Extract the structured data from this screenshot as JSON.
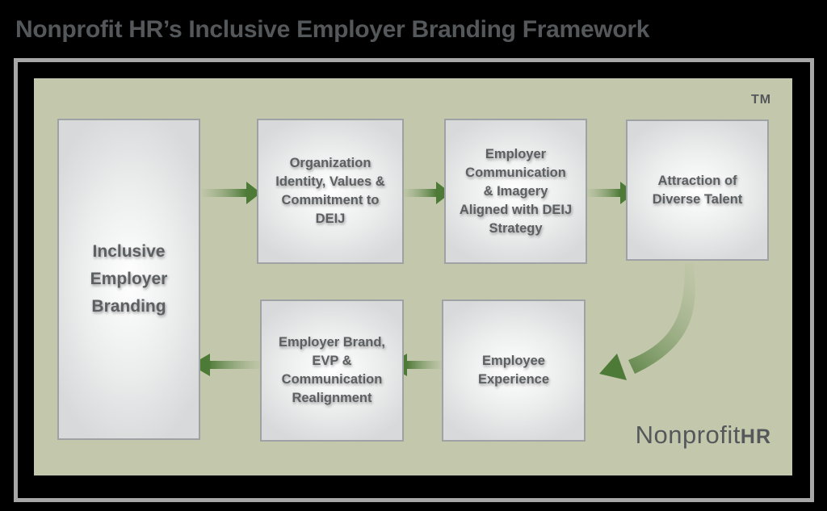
{
  "title": "Nonprofit HR’s Inclusive Employer Branding Framework",
  "trademark": "TM",
  "diagram": {
    "hub": {
      "label": "Inclusive\nEmployer\nBranding"
    },
    "steps": [
      {
        "id": "organization-identity",
        "label": "Organization\nIdentity, Values &\nCommitment to\nDEIJ"
      },
      {
        "id": "employer-communication",
        "label": "Employer\nCommunication\n& Imagery\nAligned with DEIJ\nStrategy"
      },
      {
        "id": "attraction-diverse-talent",
        "label": "Attraction of\nDiverse Talent"
      },
      {
        "id": "employee-experience",
        "label": "Employee\nExperience"
      },
      {
        "id": "employer-brand-evp",
        "label": "Employer Brand,\nEVP &\nCommunication\nRealignment"
      }
    ],
    "arrows": [
      "hub-to-organization-identity",
      "organization-identity-to-employer-communication",
      "employer-communication-to-attraction",
      "attraction-to-employee-experience",
      "employee-experience-to-employer-brand",
      "employer-brand-to-hub"
    ]
  },
  "logo": {
    "name": "Nonprofit",
    "suffix": "HR"
  },
  "colors": {
    "background": "#000000",
    "title_text": "#54585b",
    "frame_border": "#a7a7a7",
    "panel_green": "#c3c8ac",
    "box_border": "#9ea2a4",
    "box_text": "#5c6062",
    "arrow_green": "#4d7a37"
  }
}
